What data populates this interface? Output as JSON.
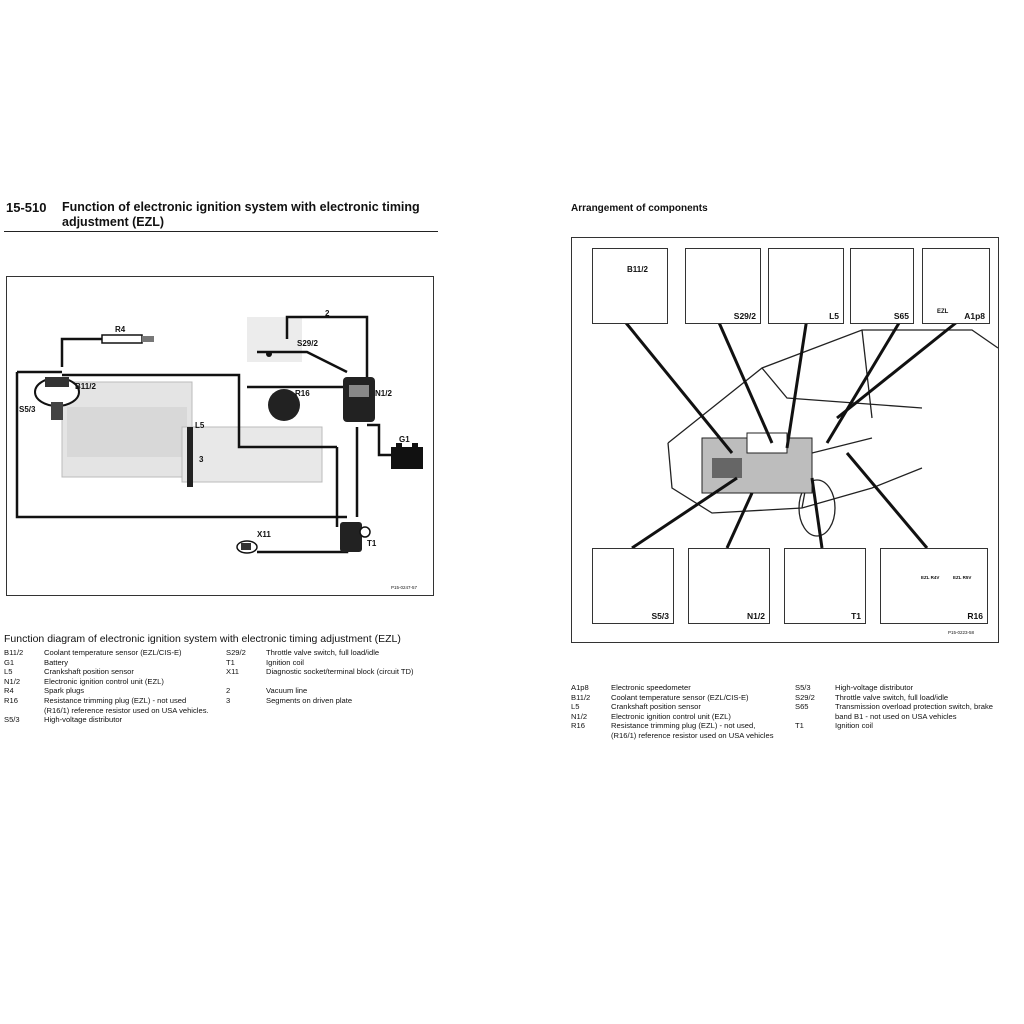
{
  "left": {
    "section_number": "15-510",
    "title_line1": "Function of electronic ignition system with electronic timing",
    "title_line2": "adjustment (EZL)",
    "diagram_labels": {
      "r4": "R4",
      "s29_2": "S29/2",
      "two": "2",
      "b11_2": "B11/2",
      "s5_3": "S5/3",
      "r16": "R16",
      "n1_2": "N1/2",
      "l5": "L5",
      "three": "3",
      "g1": "G1",
      "x11": "X11",
      "t1": "T1",
      "ref": "P15-0247-57"
    },
    "caption": "Function diagram of electronic ignition system with electronic timing adjustment (EZL)",
    "legend_col1": [
      {
        "code": "B11/2",
        "desc": "Coolant temperature sensor (EZL/CIS-E)"
      },
      {
        "code": "G1",
        "desc": "Battery"
      },
      {
        "code": "L5",
        "desc": "Crankshaft position sensor"
      },
      {
        "code": "N1/2",
        "desc": "Electronic ignition control unit (EZL)"
      },
      {
        "code": "R4",
        "desc": "Spark plugs"
      },
      {
        "code": "R16",
        "desc": "Resistance trimming plug (EZL) - not used"
      },
      {
        "code": "",
        "desc": "(R16/1) reference resistor used on USA vehicles."
      },
      {
        "code": "S5/3",
        "desc": "High-voltage distributor"
      }
    ],
    "legend_col2": [
      {
        "code": "S29/2",
        "desc": "Throttle valve switch, full load/idle"
      },
      {
        "code": "T1",
        "desc": "Ignition coil"
      },
      {
        "code": "X11",
        "desc": "Diagnostic socket/terminal block (circuit TD)"
      },
      {
        "code": "",
        "desc": ""
      },
      {
        "code": "2",
        "desc": "Vacuum line"
      },
      {
        "code": "3",
        "desc": "Segments on driven plate"
      }
    ]
  },
  "right": {
    "title": "Arrangement of components",
    "panels_top": [
      "B11/2",
      "S29/2",
      "L5",
      "S65",
      "A1p8"
    ],
    "panels_bottom": [
      "S5/3",
      "N1/2",
      "T1",
      "R16"
    ],
    "ezl_tag": "EZL",
    "gauge_tag1": "EZL R4V",
    "gauge_tag2": "EZL R5V",
    "ref": "P15-0223-58",
    "legend_col1": [
      {
        "code": "A1p8",
        "desc": "Electronic speedometer"
      },
      {
        "code": "B11/2",
        "desc": "Coolant temperature sensor (EZL/CIS-E)"
      },
      {
        "code": "L5",
        "desc": "Crankshaft position sensor"
      },
      {
        "code": "N1/2",
        "desc": "Electronic ignition control unit (EZL)"
      },
      {
        "code": "R16",
        "desc": "Resistance trimming plug (EZL) - not used,"
      },
      {
        "code": "",
        "desc": "(R16/1) reference resistor used on USA vehicles"
      }
    ],
    "legend_col2": [
      {
        "code": "S5/3",
        "desc": "High-voltage distributor"
      },
      {
        "code": "S29/2",
        "desc": "Throttle valve switch, full load/idle"
      },
      {
        "code": "S65",
        "desc": "Transmission overload protection switch, brake"
      },
      {
        "code": "",
        "desc": "band B1 - not used on USA vehicles"
      },
      {
        "code": "T1",
        "desc": "Ignition coil"
      }
    ]
  }
}
